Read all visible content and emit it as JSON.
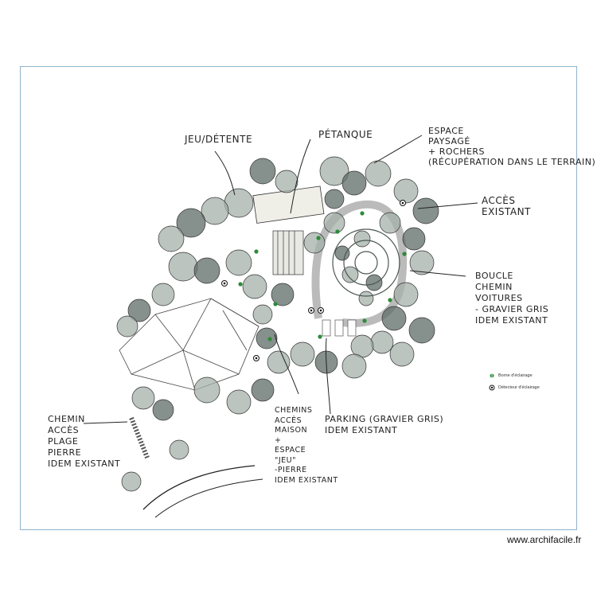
{
  "annotations": {
    "jeu_detente": "JEU/DÉTENTE",
    "petanque": "PÉTANQUE",
    "espace_paysage": "ESPACE\nPAYSAGÉ\n+ ROCHERS\n(RÉCUPÉRATION DANS LE TERRAIN)",
    "acces_existant": "ACCÈS\nEXISTANT",
    "boucle": "BOUCLE\nCHEMIN\nVOITURES\n- GRAVIER GRIS\nIDEM EXISTANT",
    "chemin_plage": "CHEMIN\nACCÈS\nPLAGE\nPIERRE\nIDEM EXISTANT",
    "chemins_maison": "CHEMINS\nACCÈS\nMAISON\n+\nESPACE\n\"JEU\"\n-PIERRE\nIDEM EXISTANT",
    "parking": "PARKING (GRAVIER GRIS)\nIDEM EXISTANT"
  },
  "legend": {
    "items": [
      {
        "label": "Borne d'éclairage",
        "icon": "lamp-post-icon"
      },
      {
        "label": "Détecteur d'éclairage",
        "icon": "light-detector-icon"
      }
    ]
  },
  "credit": "www.archifacile.fr",
  "colors": {
    "frame": "#8fb3cc",
    "tree_dark": "#5d6b66",
    "tree_light": "#a4b0a8",
    "ink": "#222222",
    "lamp": "#2e8b3a"
  }
}
